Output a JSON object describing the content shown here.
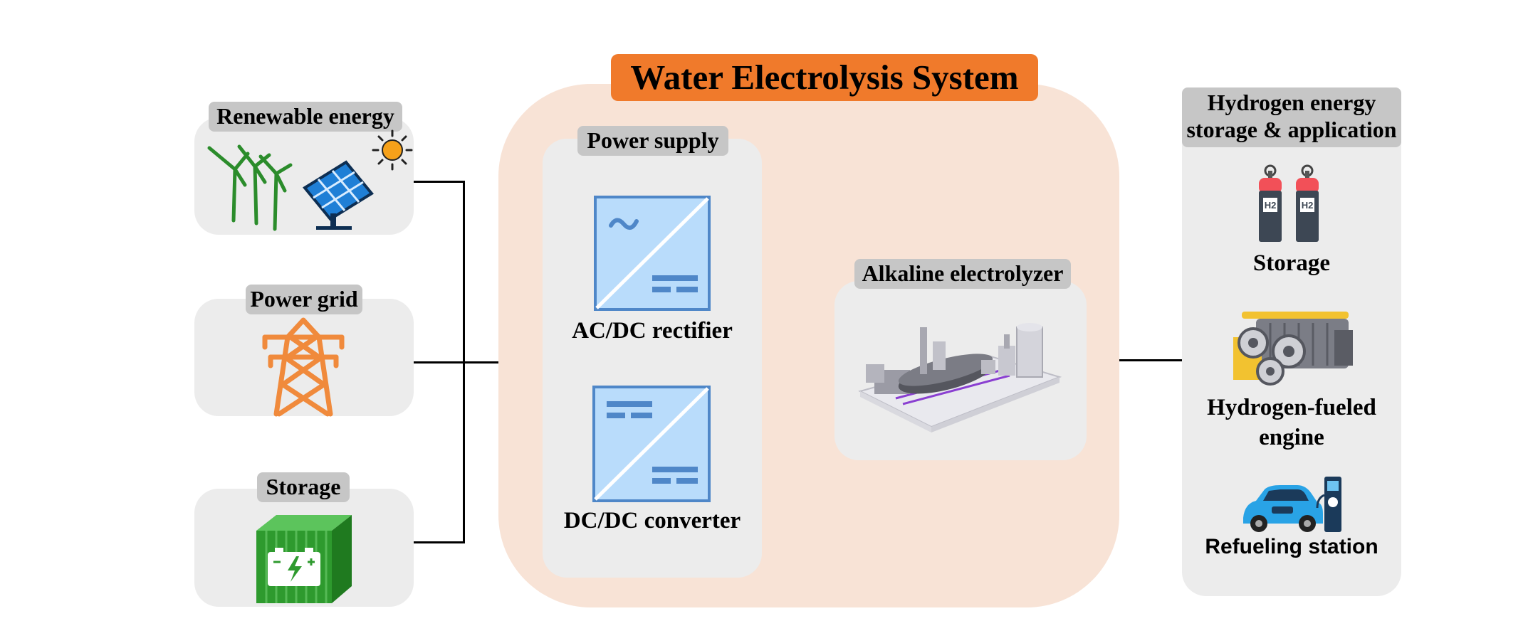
{
  "title": "Water Electrolysis System",
  "colors": {
    "title_bg": "#f07a2b",
    "system_bg": "#f8e3d6",
    "panel_bg": "#ececec",
    "tag_bg": "#c6c6c6",
    "converter_fill": "#b9dcfb",
    "converter_stroke": "#4f87c8",
    "tower": "#f08a3c",
    "battery": "#3aa33a",
    "h2_cylinder_top": "#f25058",
    "car": "#29a3e6"
  },
  "sources": {
    "renewable": {
      "label": "Renewable energy",
      "icons": [
        "wind-turbine-icon",
        "solar-panel-icon",
        "sun-icon"
      ]
    },
    "grid": {
      "label": "Power grid",
      "icons": [
        "transmission-tower-icon"
      ]
    },
    "storage": {
      "label": "Storage",
      "icons": [
        "battery-icon"
      ]
    }
  },
  "power_supply": {
    "label": "Power supply",
    "rectifier": {
      "symbol": "~",
      "caption": "AC/DC rectifier"
    },
    "converter": {
      "caption": "DC/DC converter"
    }
  },
  "electrolyzer": {
    "label": "Alkaline electrolyzer",
    "icon": "electrolyzer-plant-icon"
  },
  "applications": {
    "label_line1": "Hydrogen energy",
    "label_line2": "storage & application",
    "h2_label": "H2",
    "items": [
      {
        "caption": "Storage",
        "icon": "hydrogen-cylinder-icon"
      },
      {
        "caption_line1": "Hydrogen-fueled",
        "caption_line2": "engine",
        "icon": "engine-icon"
      },
      {
        "caption": "Refueling station",
        "icon": "refueling-station-icon"
      }
    ]
  }
}
